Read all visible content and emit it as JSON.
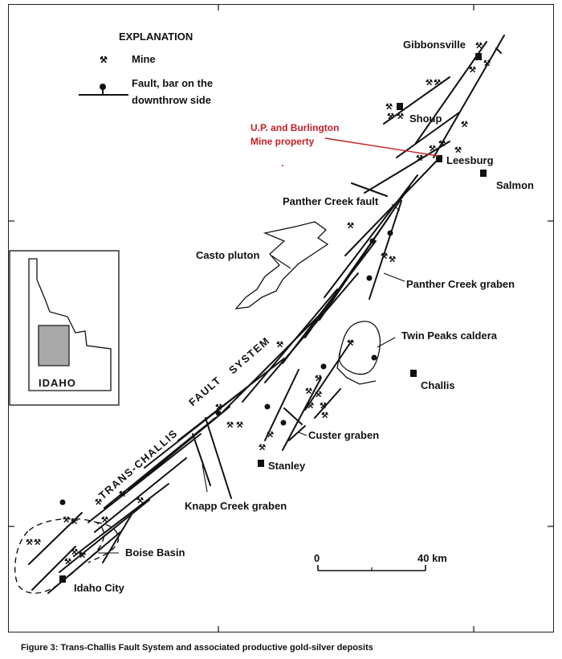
{
  "legend": {
    "title": "EXPLANATION",
    "mine_label": "Mine",
    "fault_label_line1": "Fault, bar on the",
    "fault_label_line2": "downthrow side"
  },
  "labels": {
    "gibbonsville": "Gibbonsville",
    "shoup": "Shoup",
    "up_burlington_line1": "U.P. and Burlington",
    "up_burlington_line2": "Mine property",
    "leesburg": "Leesburg",
    "salmon": "Salmon",
    "panther_creek_fault": "Panther Creek fault",
    "casto_pluton": "Casto pluton",
    "panther_creek_graben": "Panther Creek graben",
    "twin_peaks_caldera": "Twin Peaks caldera",
    "challis": "Challis",
    "custer_graben": "Custer graben",
    "stanley": "Stanley",
    "knapp_creek_graben": "Knapp Creek graben",
    "boise_basin": "Boise Basin",
    "idaho_city": "Idaho City",
    "trans_challis": "TRANS-CHALLIS",
    "fault_word": "FAULT",
    "system_word": "SYSTEM",
    "inset_state": "IDAHO"
  },
  "scale_bar": {
    "start": "0",
    "end": "40 km"
  },
  "caption": "Figure 3: Trans-Challis Fault System and associated productive gold-silver deposits",
  "colors": {
    "highlight": "#c62026",
    "ink": "#111111",
    "inset_fill": "#a9a9a9"
  },
  "icons": {
    "mine": "crossed-hammers-icon",
    "town": "filled-square-icon",
    "fault_bar": "ball-and-bar-icon"
  }
}
